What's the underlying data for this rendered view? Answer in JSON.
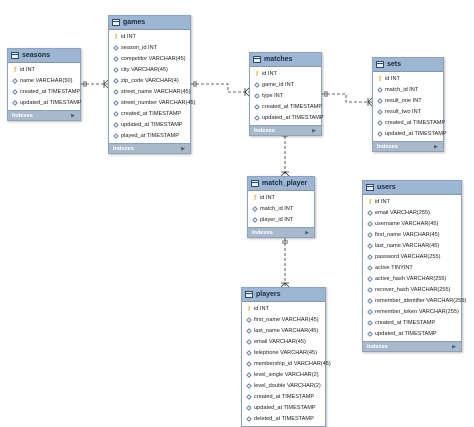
{
  "colors": {
    "header": "#9cb6d3",
    "footer": "#a9b9cc",
    "key": "#d6a500",
    "line": "#333333"
  },
  "footer_label": "Indexes",
  "tables": {
    "seasons": {
      "title": "seasons",
      "columns": [
        {
          "text": "id INT",
          "icon": "key-icon"
        },
        {
          "text": "name VARCHAR(50)",
          "icon": "diamond-icon"
        },
        {
          "text": "created_at TIMESTAMP",
          "icon": "diamond-icon"
        },
        {
          "text": "updated_at TIMESTAMP",
          "icon": "diamond-icon"
        }
      ]
    },
    "games": {
      "title": "games",
      "columns": [
        {
          "text": "id INT",
          "icon": "key-icon"
        },
        {
          "text": "season_id INT",
          "icon": "diamond-icon"
        },
        {
          "text": "competitor VARCHAR(45)",
          "icon": "diamond-icon"
        },
        {
          "text": "city VARCHAR(45)",
          "icon": "diamond-icon"
        },
        {
          "text": "zip_code VARCHAR(4)",
          "icon": "diamond-icon"
        },
        {
          "text": "street_name VARCHAR(45)",
          "icon": "diamond-icon"
        },
        {
          "text": "street_number VARCHAR(45)",
          "icon": "diamond-icon"
        },
        {
          "text": "created_at TIMESTAMP",
          "icon": "diamond-icon"
        },
        {
          "text": "updated_at TIMESTAMP",
          "icon": "diamond-icon"
        },
        {
          "text": "played_at TIMESTAMP",
          "icon": "diamond-icon"
        }
      ]
    },
    "matches": {
      "title": "matches",
      "columns": [
        {
          "text": "id INT",
          "icon": "key-icon"
        },
        {
          "text": "game_id INT",
          "icon": "diamond-icon"
        },
        {
          "text": "type INT",
          "icon": "diamond-icon"
        },
        {
          "text": "created_at TIMESTAMP",
          "icon": "diamond-icon"
        },
        {
          "text": "updated_at TIMESTAMP",
          "icon": "diamond-icon"
        }
      ]
    },
    "sets": {
      "title": "sets",
      "columns": [
        {
          "text": "id INT",
          "icon": "key-icon"
        },
        {
          "text": "match_id INT",
          "icon": "diamond-icon"
        },
        {
          "text": "result_one INT",
          "icon": "diamond-icon"
        },
        {
          "text": "result_two INT",
          "icon": "diamond-icon"
        },
        {
          "text": "created_at TIMESTAMP",
          "icon": "diamond-icon"
        },
        {
          "text": "updated_at TIMESTAMP",
          "icon": "diamond-icon"
        }
      ]
    },
    "match_player": {
      "title": "match_player",
      "columns": [
        {
          "text": "id INT",
          "icon": "key-icon"
        },
        {
          "text": "match_id INT",
          "icon": "diamond-icon"
        },
        {
          "text": "player_id INT",
          "icon": "diamond-icon"
        }
      ]
    },
    "users": {
      "title": "users",
      "columns": [
        {
          "text": "id INT",
          "icon": "key-icon"
        },
        {
          "text": "email VARCHAR(255)",
          "icon": "diamond-icon"
        },
        {
          "text": "username VARCHAR(45)",
          "icon": "diamond-icon"
        },
        {
          "text": "first_name VARCHAR(45)",
          "icon": "diamond-icon"
        },
        {
          "text": "last_name VARCHAR(45)",
          "icon": "diamond-icon"
        },
        {
          "text": "password VARCHAR(255)",
          "icon": "diamond-icon"
        },
        {
          "text": "active TINYINT",
          "icon": "diamond-icon"
        },
        {
          "text": "active_hash VARCHAR(255)",
          "icon": "diamond-icon"
        },
        {
          "text": "recover_hash VARCHAR(255)",
          "icon": "diamond-icon"
        },
        {
          "text": "remember_identifier VARCHAR(255)",
          "icon": "diamond-icon"
        },
        {
          "text": "remember_token VARCHAR(255)",
          "icon": "diamond-icon"
        },
        {
          "text": "created_at TIMESTAMP",
          "icon": "diamond-icon"
        },
        {
          "text": "updated_at TIMESTAMP",
          "icon": "diamond-icon"
        }
      ]
    },
    "players": {
      "title": "players",
      "columns": [
        {
          "text": "id INT",
          "icon": "key-icon"
        },
        {
          "text": "first_name VARCHAR(45)",
          "icon": "diamond-icon"
        },
        {
          "text": "last_name VARCHAR(45)",
          "icon": "diamond-icon"
        },
        {
          "text": "email VARCHAR(45)",
          "icon": "diamond-icon"
        },
        {
          "text": "telephone VARCHAR(45)",
          "icon": "diamond-icon"
        },
        {
          "text": "membership_id VARCHAR(45)",
          "icon": "diamond-icon"
        },
        {
          "text": "level_single VARCHAR(2)",
          "icon": "diamond-icon"
        },
        {
          "text": "level_double VARCHAR(2)",
          "icon": "diamond-icon"
        },
        {
          "text": "created_at TIMESTAMP",
          "icon": "diamond-icon"
        },
        {
          "text": "updated_at TIMESTAMP",
          "icon": "diamond-icon"
        },
        {
          "text": "deleted_at TIMESTAMP",
          "icon": "diamond-icon"
        }
      ]
    }
  },
  "relationships": [
    {
      "from": "seasons",
      "to": "games"
    },
    {
      "from": "games",
      "to": "matches"
    },
    {
      "from": "matches",
      "to": "sets"
    },
    {
      "from": "matches",
      "to": "match_player"
    },
    {
      "from": "match_player",
      "to": "players"
    }
  ]
}
